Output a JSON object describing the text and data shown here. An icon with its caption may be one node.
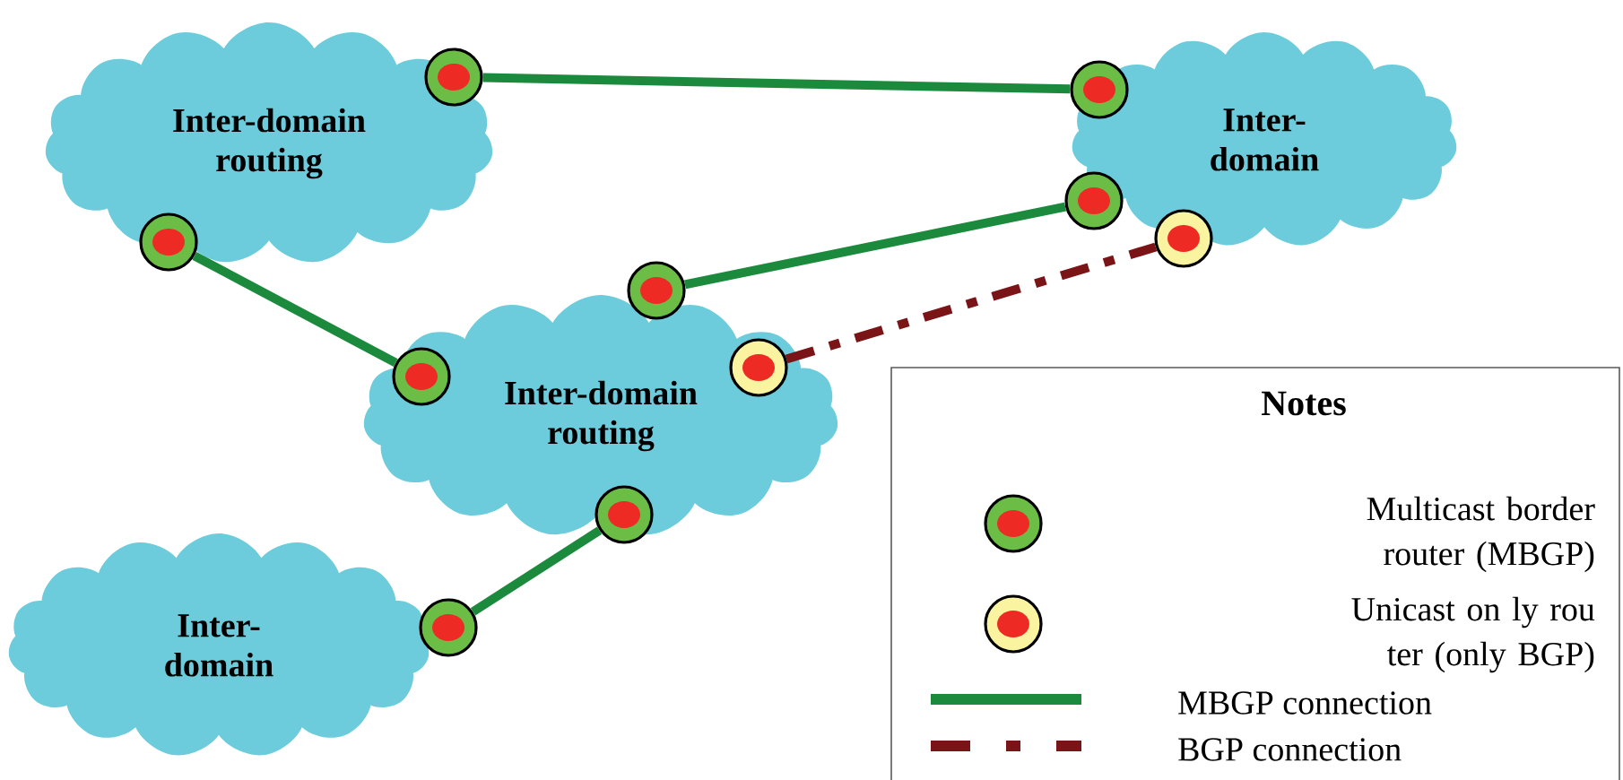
{
  "diagram": {
    "nodes": [
      {
        "text": [
          "Inter-domain routing"
        ]
      },
      {
        "text": [
          "Inter-domain"
        ]
      },
      {
        "text": [
          "Inter-domain routing"
        ]
      },
      {
        "text": [
          "Inter-domain"
        ]
      },
      {
        "text": [],
        "shape": "circle"
      },
      {
        "text": [],
        "shape": "circle"
      },
      {
        "text": [],
        "shape": "circle"
      },
      {
        "text": [],
        "shape": "circle"
      },
      {
        "text": [],
        "shape": "circle"
      },
      {
        "text": [],
        "shape": "circle"
      },
      {
        "text": [],
        "shape": "circle",
        "in": 2
      },
      {
        "text": [],
        "shape": "circle",
        "in": 2
      },
      {
        "text": [],
        "shape": "circle"
      },
      {
        "text": [],
        "shape": "circle"
      }
    ],
    "edges": [
      {
        "from": 4,
        "to": 5,
        "arrow": "none"
      },
      {
        "from": 6,
        "to": 10,
        "arrow": "none"
      },
      {
        "from": 9,
        "to": 7,
        "arrow": "none"
      },
      {
        "from": 11,
        "to": 8,
        "arrow": "none",
        "style": "dashed",
        "color": "#7b1416"
      },
      {
        "from": 12,
        "to": 13,
        "arrow": "none"
      }
    ],
    "labels": [
      "Notes"
    ],
    "legend": [
      {
        "text": "Multicast border router (MBGP)"
      },
      {
        "text": "Unicast on ly rou ter (only BGP)"
      },
      {
        "text": "MBGP connection"
      },
      {
        "text": "BGP connection"
      }
    ]
  }
}
